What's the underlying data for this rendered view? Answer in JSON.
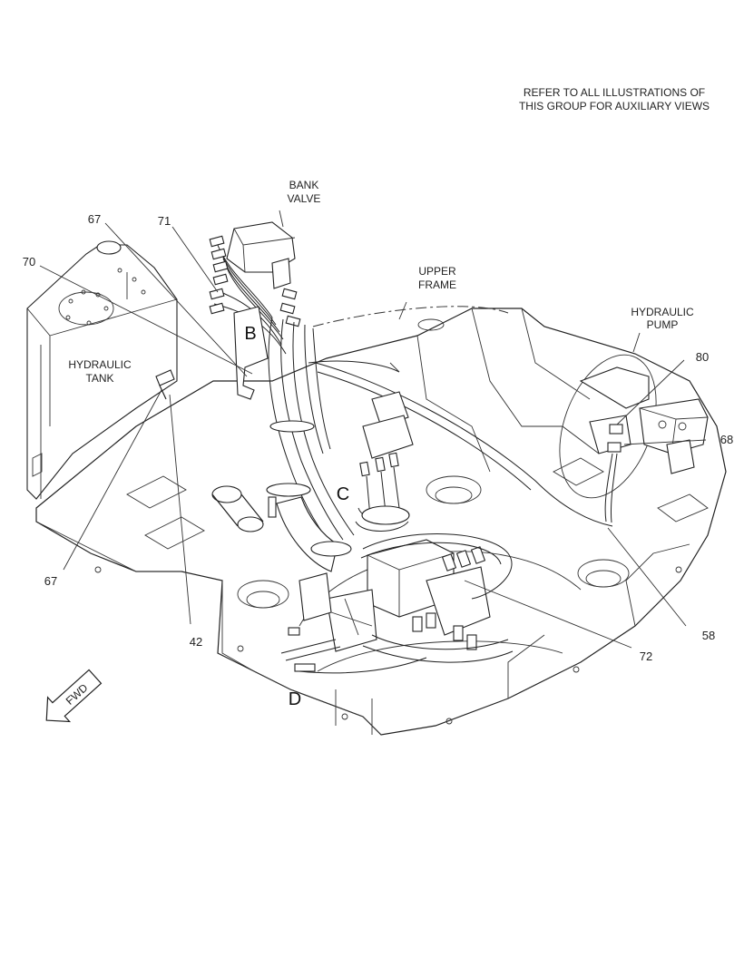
{
  "note": {
    "line1": "REFER TO ALL ILLUSTRATIONS OF",
    "line2": "THIS GROUP FOR AUXILIARY VIEWS"
  },
  "labels": {
    "bank_valve_1": "BANK",
    "bank_valve_2": "VALVE",
    "upper_frame_1": "UPPER",
    "upper_frame_2": "FRAME",
    "hydraulic_tank_1": "HYDRAULIC",
    "hydraulic_tank_2": "TANK",
    "hydraulic_pump_1": "HYDRAULIC",
    "hydraulic_pump_2": "PUMP",
    "fwd": "FWD"
  },
  "views": {
    "b": "B",
    "c": "C",
    "d": "D"
  },
  "callouts": {
    "c67_top": "67",
    "c71": "71",
    "c70": "70",
    "c80": "80",
    "c68": "68",
    "c67_bottom": "67",
    "c42": "42",
    "c58": "58",
    "c72": "72"
  },
  "colors": {
    "ink": "#222222",
    "background": "#ffffff"
  }
}
